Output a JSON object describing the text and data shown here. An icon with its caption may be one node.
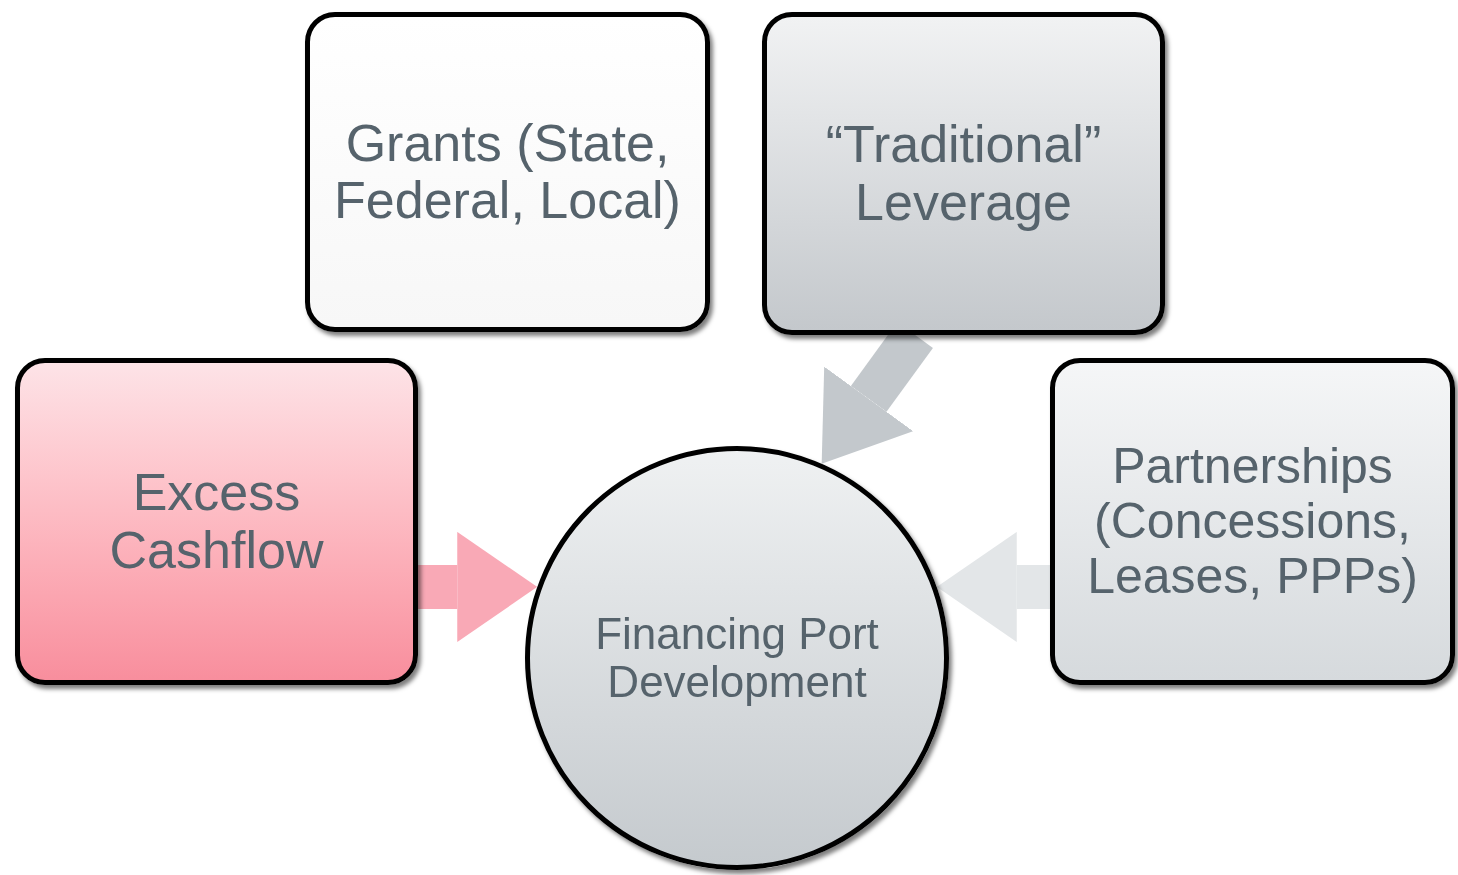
{
  "diagram": {
    "nodes": [
      {
        "text": [
          "Grants (State, Federal, Local)"
        ]
      },
      {
        "text": [
          "“Traditional” Leverage"
        ]
      },
      {
        "text": [
          "Excess Cashflow"
        ]
      },
      {
        "text": [
          "Partnerships (Concessions, Leases, PPPs)"
        ]
      },
      {
        "text": [
          "Financing Port Development"
        ]
      }
    ],
    "edges": [
      {
        "from": 1,
        "to": 4,
        "arrow": "to",
        "color": "#c3c8cc"
      },
      {
        "from": 2,
        "to": 4,
        "arrow": "to",
        "color": "#f9a9b6"
      },
      {
        "from": 3,
        "to": 4,
        "arrow": "to",
        "color": "#e3e6e8"
      }
    ]
  }
}
